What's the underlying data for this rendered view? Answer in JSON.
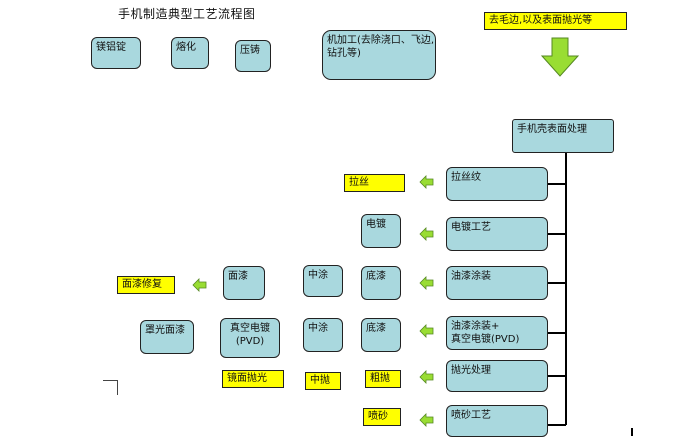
{
  "title": "手机制造典型工艺流程图",
  "top_steps": [
    "镁铝锭",
    "熔化",
    "压铸",
    "机加工(去除浇口、飞边,\n钻孔等)"
  ],
  "top_note": "去毛边,以及表面抛光等",
  "surface_header": "手机壳表面处理",
  "rows": {
    "brushing": {
      "process": "拉丝纹",
      "result": "拉丝"
    },
    "plating": {
      "process": "电镀工艺",
      "result": "电镀"
    },
    "painting": {
      "process": "油漆涂装",
      "base": "底漆",
      "middle": "中涂",
      "top": "面漆",
      "result": "面漆修复"
    },
    "paint_vacuum": {
      "process": "油漆涂装+\n真空电镀(PVD)",
      "base": "底漆",
      "middle": "中涂",
      "pvd": "真空电镀\n(PVD)",
      "top": "罩光面漆"
    },
    "polishing": {
      "process": "抛光处理",
      "rough": "粗抛",
      "middle": "中抛",
      "mirror": "镜面抛光"
    },
    "sandblast": {
      "process": "喷砂工艺",
      "result": "喷砂"
    }
  },
  "colors": {
    "process_box": "#a9d8de",
    "label_box": "#ffff00",
    "arrow": "#99dd33"
  }
}
